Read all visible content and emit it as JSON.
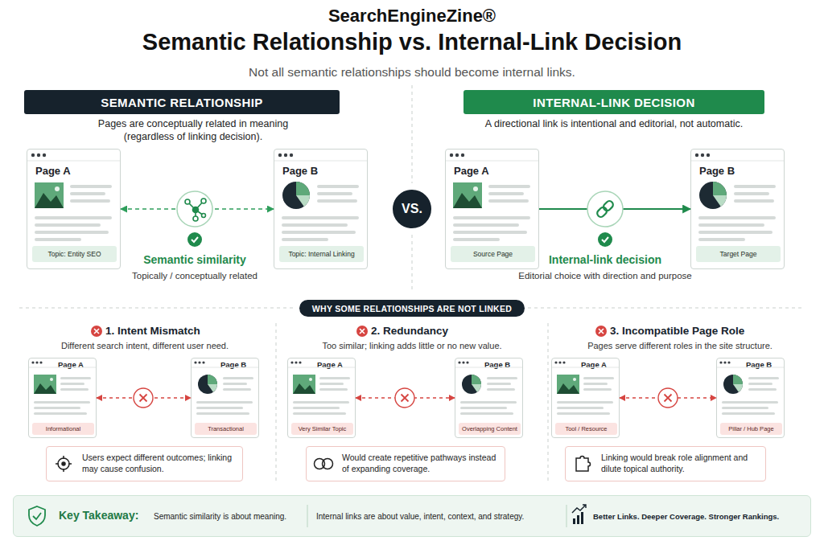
{
  "diagram": {
    "title": "Semantic Relationship vs. Internal-Link Decision",
    "nodes": [
      {
        "text": [
          "SEMANTIC RELATIONSHIP"
        ]
      },
      {
        "text": [
          "INTERNAL-LINK DECISION"
        ]
      },
      {
        "text": [
          "Page A"
        ]
      },
      {
        "text": [
          "Topic: Entity SEO"
        ],
        "in": 2
      },
      {
        "text": [
          "Page B"
        ]
      },
      {
        "text": [
          "Topic: Internal Linking"
        ],
        "in": 4
      },
      {
        "text": [
          "VS."
        ]
      },
      {
        "text": [
          "Page A"
        ]
      },
      {
        "text": [
          "Source Page"
        ],
        "in": 7
      },
      {
        "text": [
          "Page B"
        ]
      },
      {
        "text": [
          "Target Page"
        ],
        "in": 9
      },
      {
        "text": [
          "WHY SOME RELATIONSHIPS ARE NOT LINKED"
        ]
      },
      {
        "text": [
          "Page A"
        ]
      },
      {
        "text": [
          "Informational"
        ],
        "in": 12
      },
      {
        "text": [
          "Page B"
        ]
      },
      {
        "text": [
          "Transactional"
        ],
        "in": 14
      },
      {
        "text": [
          "Users expect different outcomes; linking may cause confusion."
        ]
      },
      {
        "text": [
          "Page A"
        ]
      },
      {
        "text": [
          "Very Similar Topic"
        ],
        "in": 17
      },
      {
        "text": [
          "Page B"
        ]
      },
      {
        "text": [
          "Overlapping Content"
        ],
        "in": 19
      },
      {
        "text": [
          "Would create repetitive pathways instead of expanding coverage."
        ]
      },
      {
        "text": [
          "Page A"
        ]
      },
      {
        "text": [
          "Tool / Resource"
        ],
        "in": 22
      },
      {
        "text": [
          "Page B"
        ]
      },
      {
        "text": [
          "Pillar / Hub Page"
        ],
        "in": 24
      },
      {
        "text": [
          "Linking would break role alignment and dilute topical authority."
        ]
      },
      {
        "text": [
          "Key Takeaway:",
          "Semantic similarity is about meaning.",
          "Internal links are about value, intent, context, and strategy.",
          "Better Links. Deeper Coverage. Stronger Rankings."
        ]
      }
    ],
    "edges": [
      {
        "from": 2,
        "to": 4,
        "arrow": "both"
      },
      {
        "from": 7,
        "to": 9,
        "arrow": "to"
      },
      {
        "from": 12,
        "to": 14,
        "arrow": "both"
      },
      {
        "from": 17,
        "to": 19,
        "arrow": "both"
      },
      {
        "from": 22,
        "to": 24,
        "arrow": "both"
      }
    ],
    "labels": [
      "SearchEngineZine®",
      "Not all semantic relationships should become internal links.",
      "Pages are conceptually related in meaning (regardless of linking decision).",
      "A directional link is intentional and editorial, not automatic.",
      "Semantic similarity",
      "Topically / conceptually related",
      "Internal-link decision",
      "Editorial choice with direction and purpose",
      "1. Intent Mismatch",
      "Different search intent, different user need.",
      "2. Redundancy",
      "Too similar; linking adds little or no new value.",
      "3. Incompatible Page Role",
      "Pages serve different roles in the site structure."
    ]
  }
}
